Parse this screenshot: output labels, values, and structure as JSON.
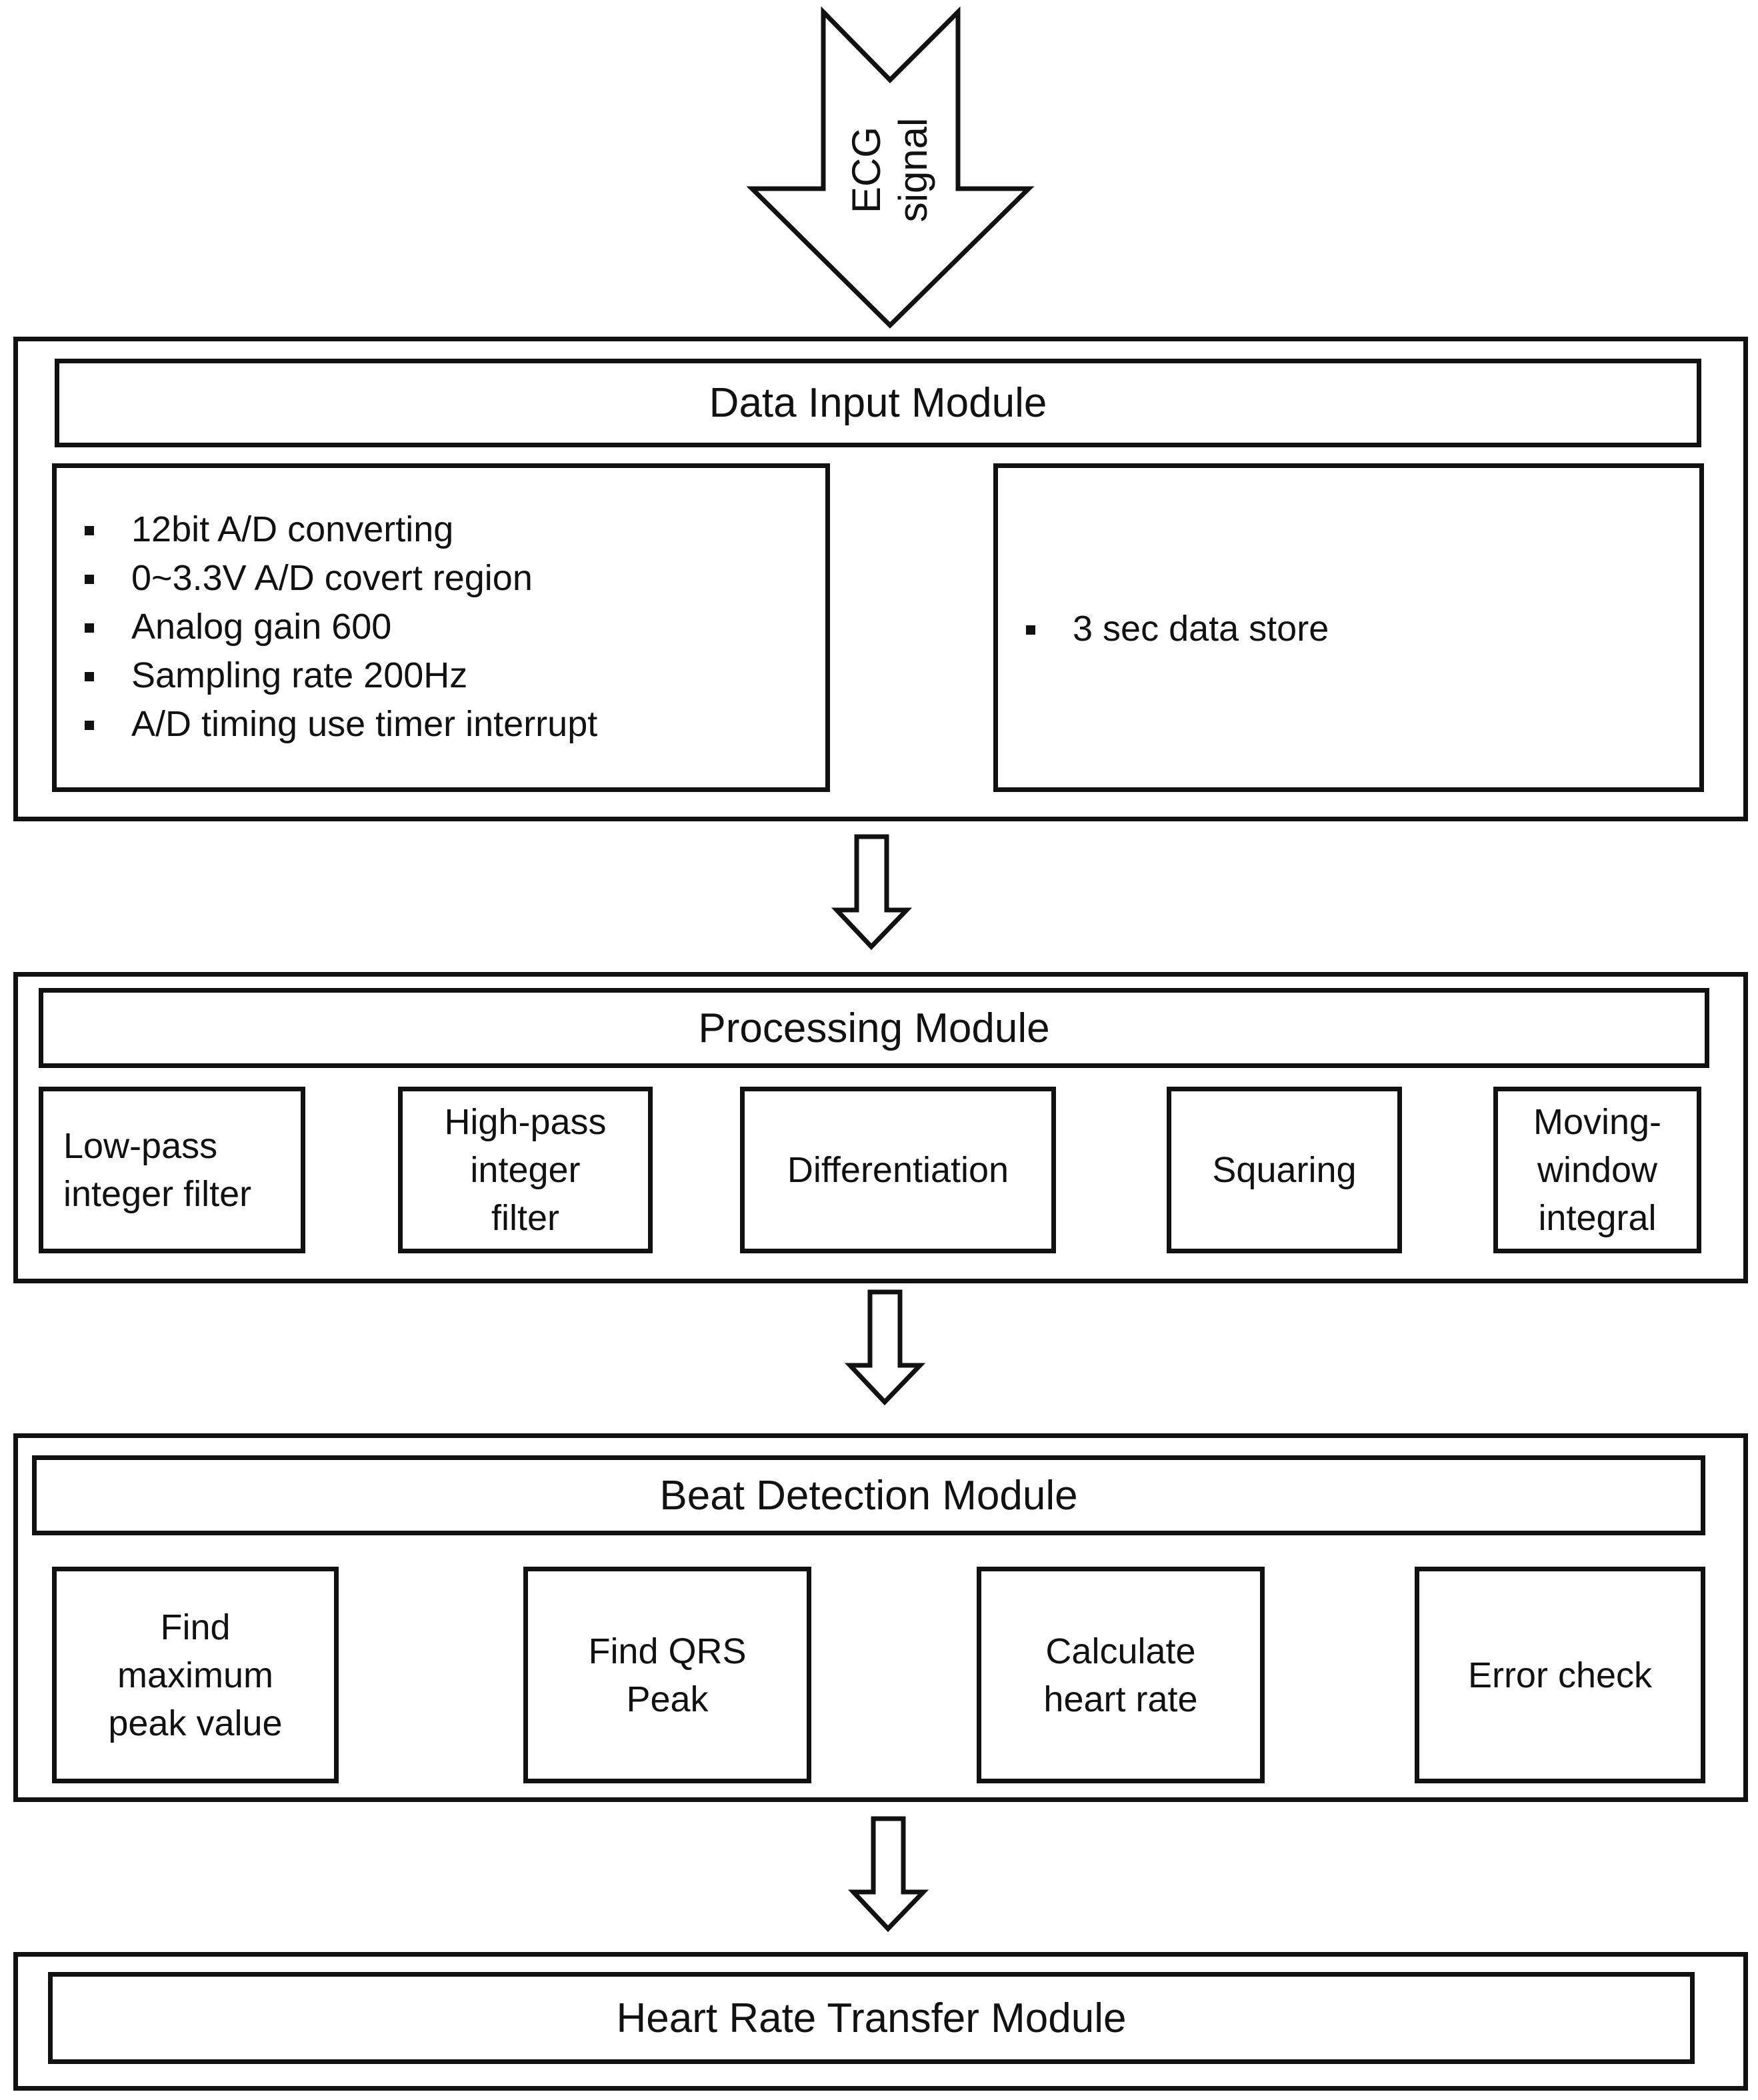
{
  "input_arrow": {
    "label": "ECG\nsignal"
  },
  "data_input_module": {
    "title": "Data Input Module",
    "settings": [
      "12bit A/D converting",
      "0~3.3V A/D covert region",
      "Analog gain 600",
      "Sampling rate 200Hz",
      "A/D timing use timer interrupt"
    ],
    "storage": [
      "3 sec data store"
    ]
  },
  "processing_module": {
    "title": "Processing Module",
    "steps": [
      "Low-pass\ninteger filter",
      "High-pass\ninteger\nfilter",
      "Differentiation",
      "Squaring",
      "Moving-\nwindow\nintegral"
    ]
  },
  "beat_detection_module": {
    "title": "Beat Detection Module",
    "steps": [
      "Find\nmaximum\npeak value",
      "Find QRS\nPeak",
      "Calculate\nheart rate",
      "Error check"
    ]
  },
  "heart_rate_transfer_module": {
    "title": "Heart Rate Transfer Module"
  }
}
